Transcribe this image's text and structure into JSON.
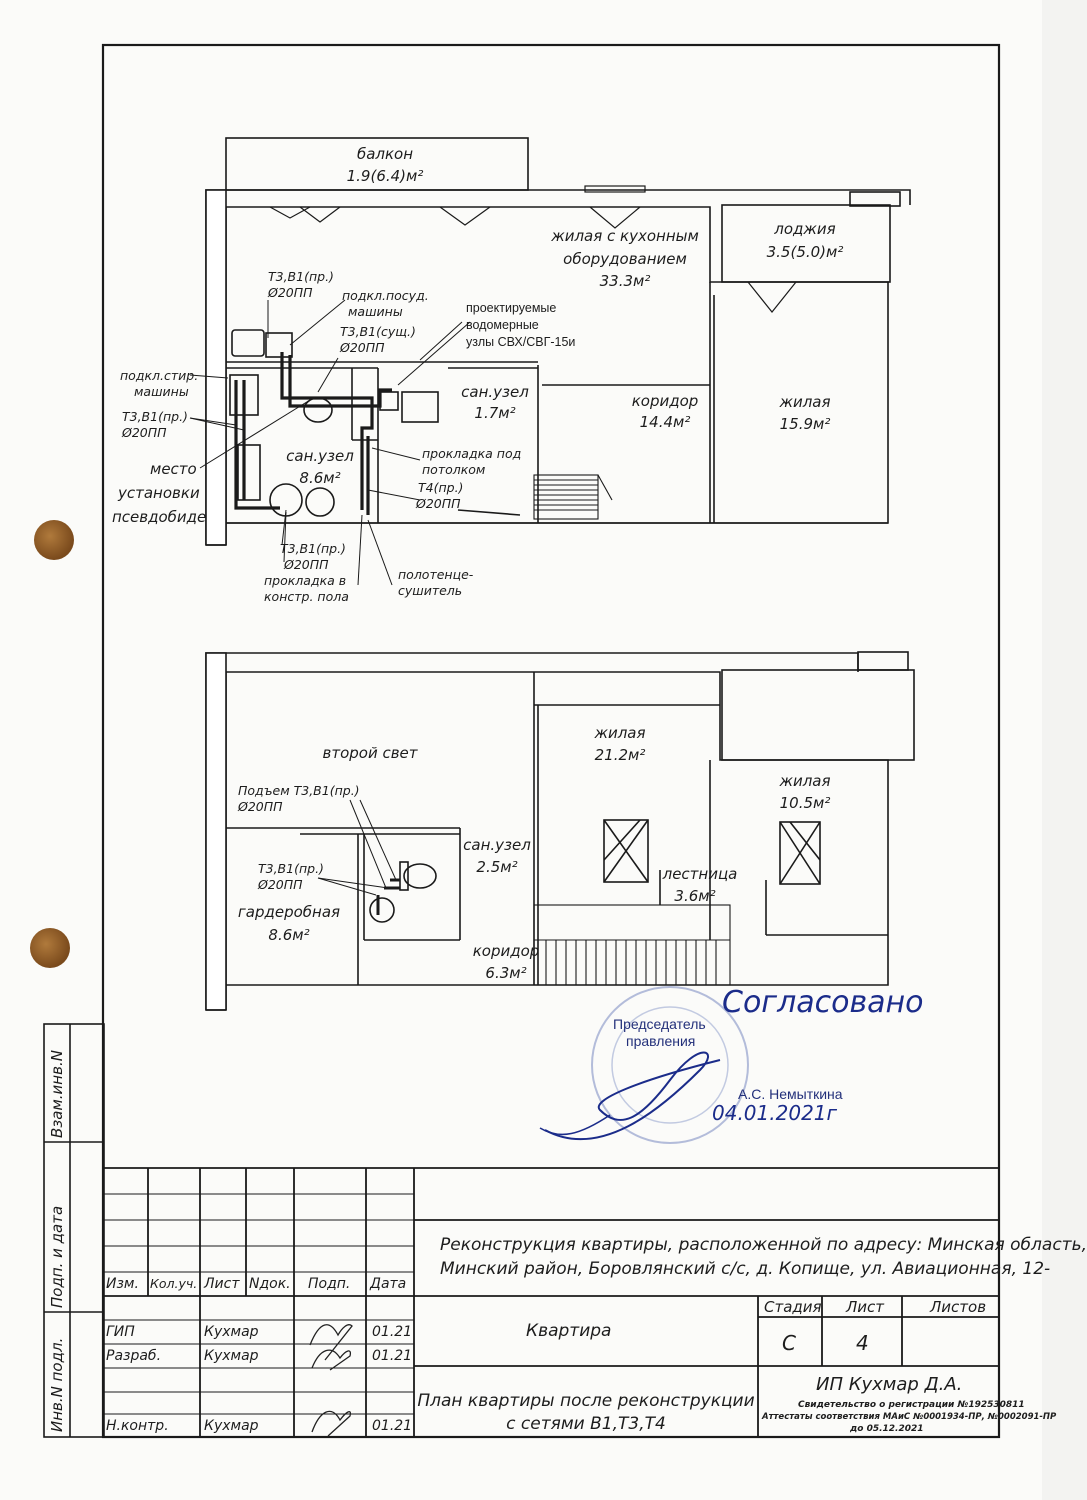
{
  "plan_top": {
    "rooms": {
      "balcony_name": "балкон",
      "balcony_area": "1.9(6.4)м²",
      "living_kitchen_l1": "жилая с кухонным",
      "living_kitchen_l2": "оборудованием",
      "living_kitchen_area": "33.3м²",
      "loggia_name": "лоджия",
      "loggia_area": "3.5(5.0)м²",
      "bath_small_name": "сан.узел",
      "bath_small_area": "1.7м²",
      "corridor_name": "коридор",
      "corridor_area": "14.4м²",
      "living_name": "жилая",
      "living_area": "15.9м²",
      "bath_big_name": "сан.узел",
      "bath_big_area": "8.6м²"
    },
    "notes": {
      "t3b1_pr_a": "Т3,В1(пр.)",
      "d20_a": "Ø20ПП",
      "dishwasher_l1": "подкл.посуд.",
      "dishwasher_l2": "машины",
      "t3b1_exist": "Т3,В1(сущ.)",
      "d20_b": "Ø20ПП",
      "meters_l1": "проектируемые",
      "meters_l2": "водомерные",
      "meters_l3": "узлы СВХ/СВГ-15и",
      "washer_l1": "подкл.стир.",
      "washer_l2": "машины",
      "t3b1_pr_b": "Т3,В1(пр.)",
      "d20_c": "Ø20ПП",
      "bidet_l1": "место",
      "bidet_l2": "установки",
      "bidet_l3": "псевдобиде",
      "ceiling_l1": "прокладка под",
      "ceiling_l2": "потолком",
      "t4_pr": "Т4(пр.)",
      "d20_d": "Ø20ПП",
      "t3b1_pr_c": "Т3,В1(пр.)",
      "d20_e": "Ø20ПП",
      "floor_l1": "прокладка в",
      "floor_l2": "констр. пола",
      "towel_l1": "полотенце-",
      "towel_l2": "сушитель"
    }
  },
  "plan_bottom": {
    "rooms": {
      "second_light": "второй свет",
      "living_a_name": "жилая",
      "living_a_area": "21.2м²",
      "living_b_name": "жилая",
      "living_b_area": "10.5м²",
      "bath_name": "сан.узел",
      "bath_area": "2.5м²",
      "stairs_name": "лестница",
      "stairs_area": "3.6м²",
      "wardrobe_name": "гардеробная",
      "wardrobe_area": "8.6м²",
      "corridor_name": "коридор",
      "corridor_area": "6.3м²"
    },
    "notes": {
      "riser": "Подъем Т3,В1(пр.)",
      "d20_a": "Ø20ПП",
      "t3b1_pr": "Т3,В1(пр.)",
      "d20_b": "Ø20ПП"
    }
  },
  "approval": {
    "handwritten": "Согласовано",
    "role_l1": "Председатель",
    "role_l2": "правления",
    "name": "А.С. Немыткина",
    "date": "04.01.2021г"
  },
  "side_stamp": {
    "swap_inv": "Взам.инв.N",
    "sign_date": "Подп. и дата",
    "inv_sign": "Инв.N подл."
  },
  "title_block": {
    "project_l1": "Реконструкция квартиры, расположенной по адресу: Минская область,",
    "project_l2": "Минский район, Боровлянский с/с, д. Копище, ул. Авиационная, 12-",
    "col_izm": "Изм.",
    "col_kol": "Кол.уч.",
    "col_list": "Лист",
    "col_ndok": "Nдок.",
    "col_podp": "Подп.",
    "col_data": "Дата",
    "row1_role": "ГИП",
    "row1_name": "Кухмар",
    "row1_date": "01.21",
    "row2_role": "Разраб.",
    "row2_name": "Кухмар",
    "row2_date": "01.21",
    "row3_role": "Н.контр.",
    "row3_name": "Кухмар",
    "row3_date": "01.21",
    "object": "Квартира",
    "stage_h": "Стадия",
    "sheet_h": "Лист",
    "sheets_h": "Листов",
    "stage": "С",
    "sheet": "4",
    "drawing_l1": "План квартиры после реконструкции",
    "drawing_l2": "с сетями В1,Т3,Т4",
    "company": "ИП Кухмар Д.А.",
    "reg": "Свидетельство о регистрации №192530811",
    "cert": "Аттестаты соответствия МАиС №0001934-ПР, №0002091-ПР",
    "cert_date": "до 05.12.2021"
  }
}
